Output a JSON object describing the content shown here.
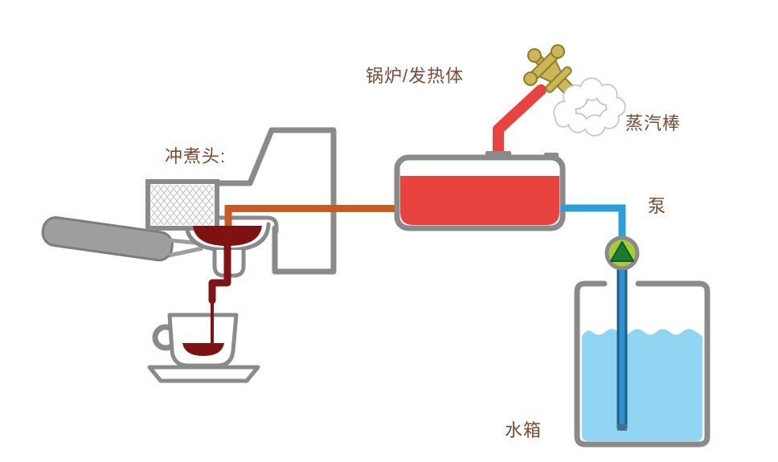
{
  "labels": {
    "brew_head": "冲煮头:",
    "boiler": "锅炉/发热体",
    "steam_wand": "蒸汽棒",
    "pump": "泵",
    "water_tank": "水箱"
  },
  "colors": {
    "label_text": "#7C4A33",
    "outline_gray": "#8A8A8A",
    "machine_handle_gray": "#9E9E9E",
    "boiler_red": "#E8433E",
    "coffee_dark_red": "#7E1212",
    "pipe_orange": "#C95B22",
    "pipe_blue": "#2D9FD8",
    "tank_pipe_blue_edge": "#1E5F8A",
    "water_light_blue": "#90D5F2",
    "pump_green": "#A9CB38",
    "pump_triangle_green": "#1B7B33",
    "valve_brass": "#CBB757",
    "valve_brass_outline": "#8F7E2A",
    "steam_cloud_outline": "#C6C6C6"
  }
}
